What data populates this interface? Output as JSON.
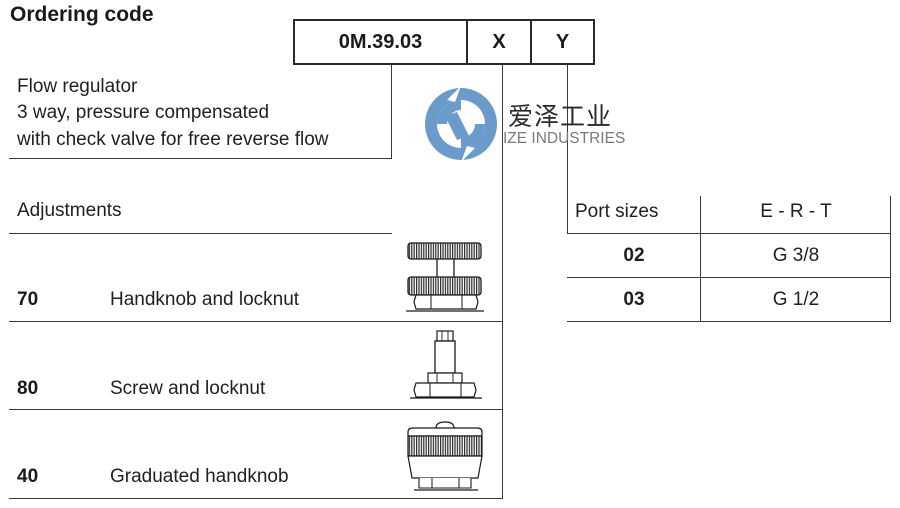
{
  "title": "Ordering code",
  "code_box": {
    "base_code": "0M.39.03",
    "option_x": "X",
    "option_y": "Y"
  },
  "description": {
    "line1": "Flow regulator",
    "line2": "3 way, pressure compensated",
    "line3": "with check valve for free reverse flow"
  },
  "watermark": {
    "chinese": "爱泽工业",
    "english": "IZE INDUSTRIES",
    "logo_color": "#6b9bcb"
  },
  "adjustments": {
    "heading": "Adjustments",
    "rows": [
      {
        "code": "70",
        "label": "Handknob and locknut",
        "icon": "handknob-locknut-icon"
      },
      {
        "code": "80",
        "label": "Screw and locknut",
        "icon": "screw-locknut-icon"
      },
      {
        "code": "40",
        "label": "Graduated handknob",
        "icon": "graduated-handknob-icon"
      }
    ]
  },
  "port_sizes": {
    "header_left": "Port sizes",
    "header_right": "E - R - T",
    "rows": [
      {
        "code": "02",
        "size": "G 3/8"
      },
      {
        "code": "03",
        "size": "G 1/2"
      }
    ]
  }
}
